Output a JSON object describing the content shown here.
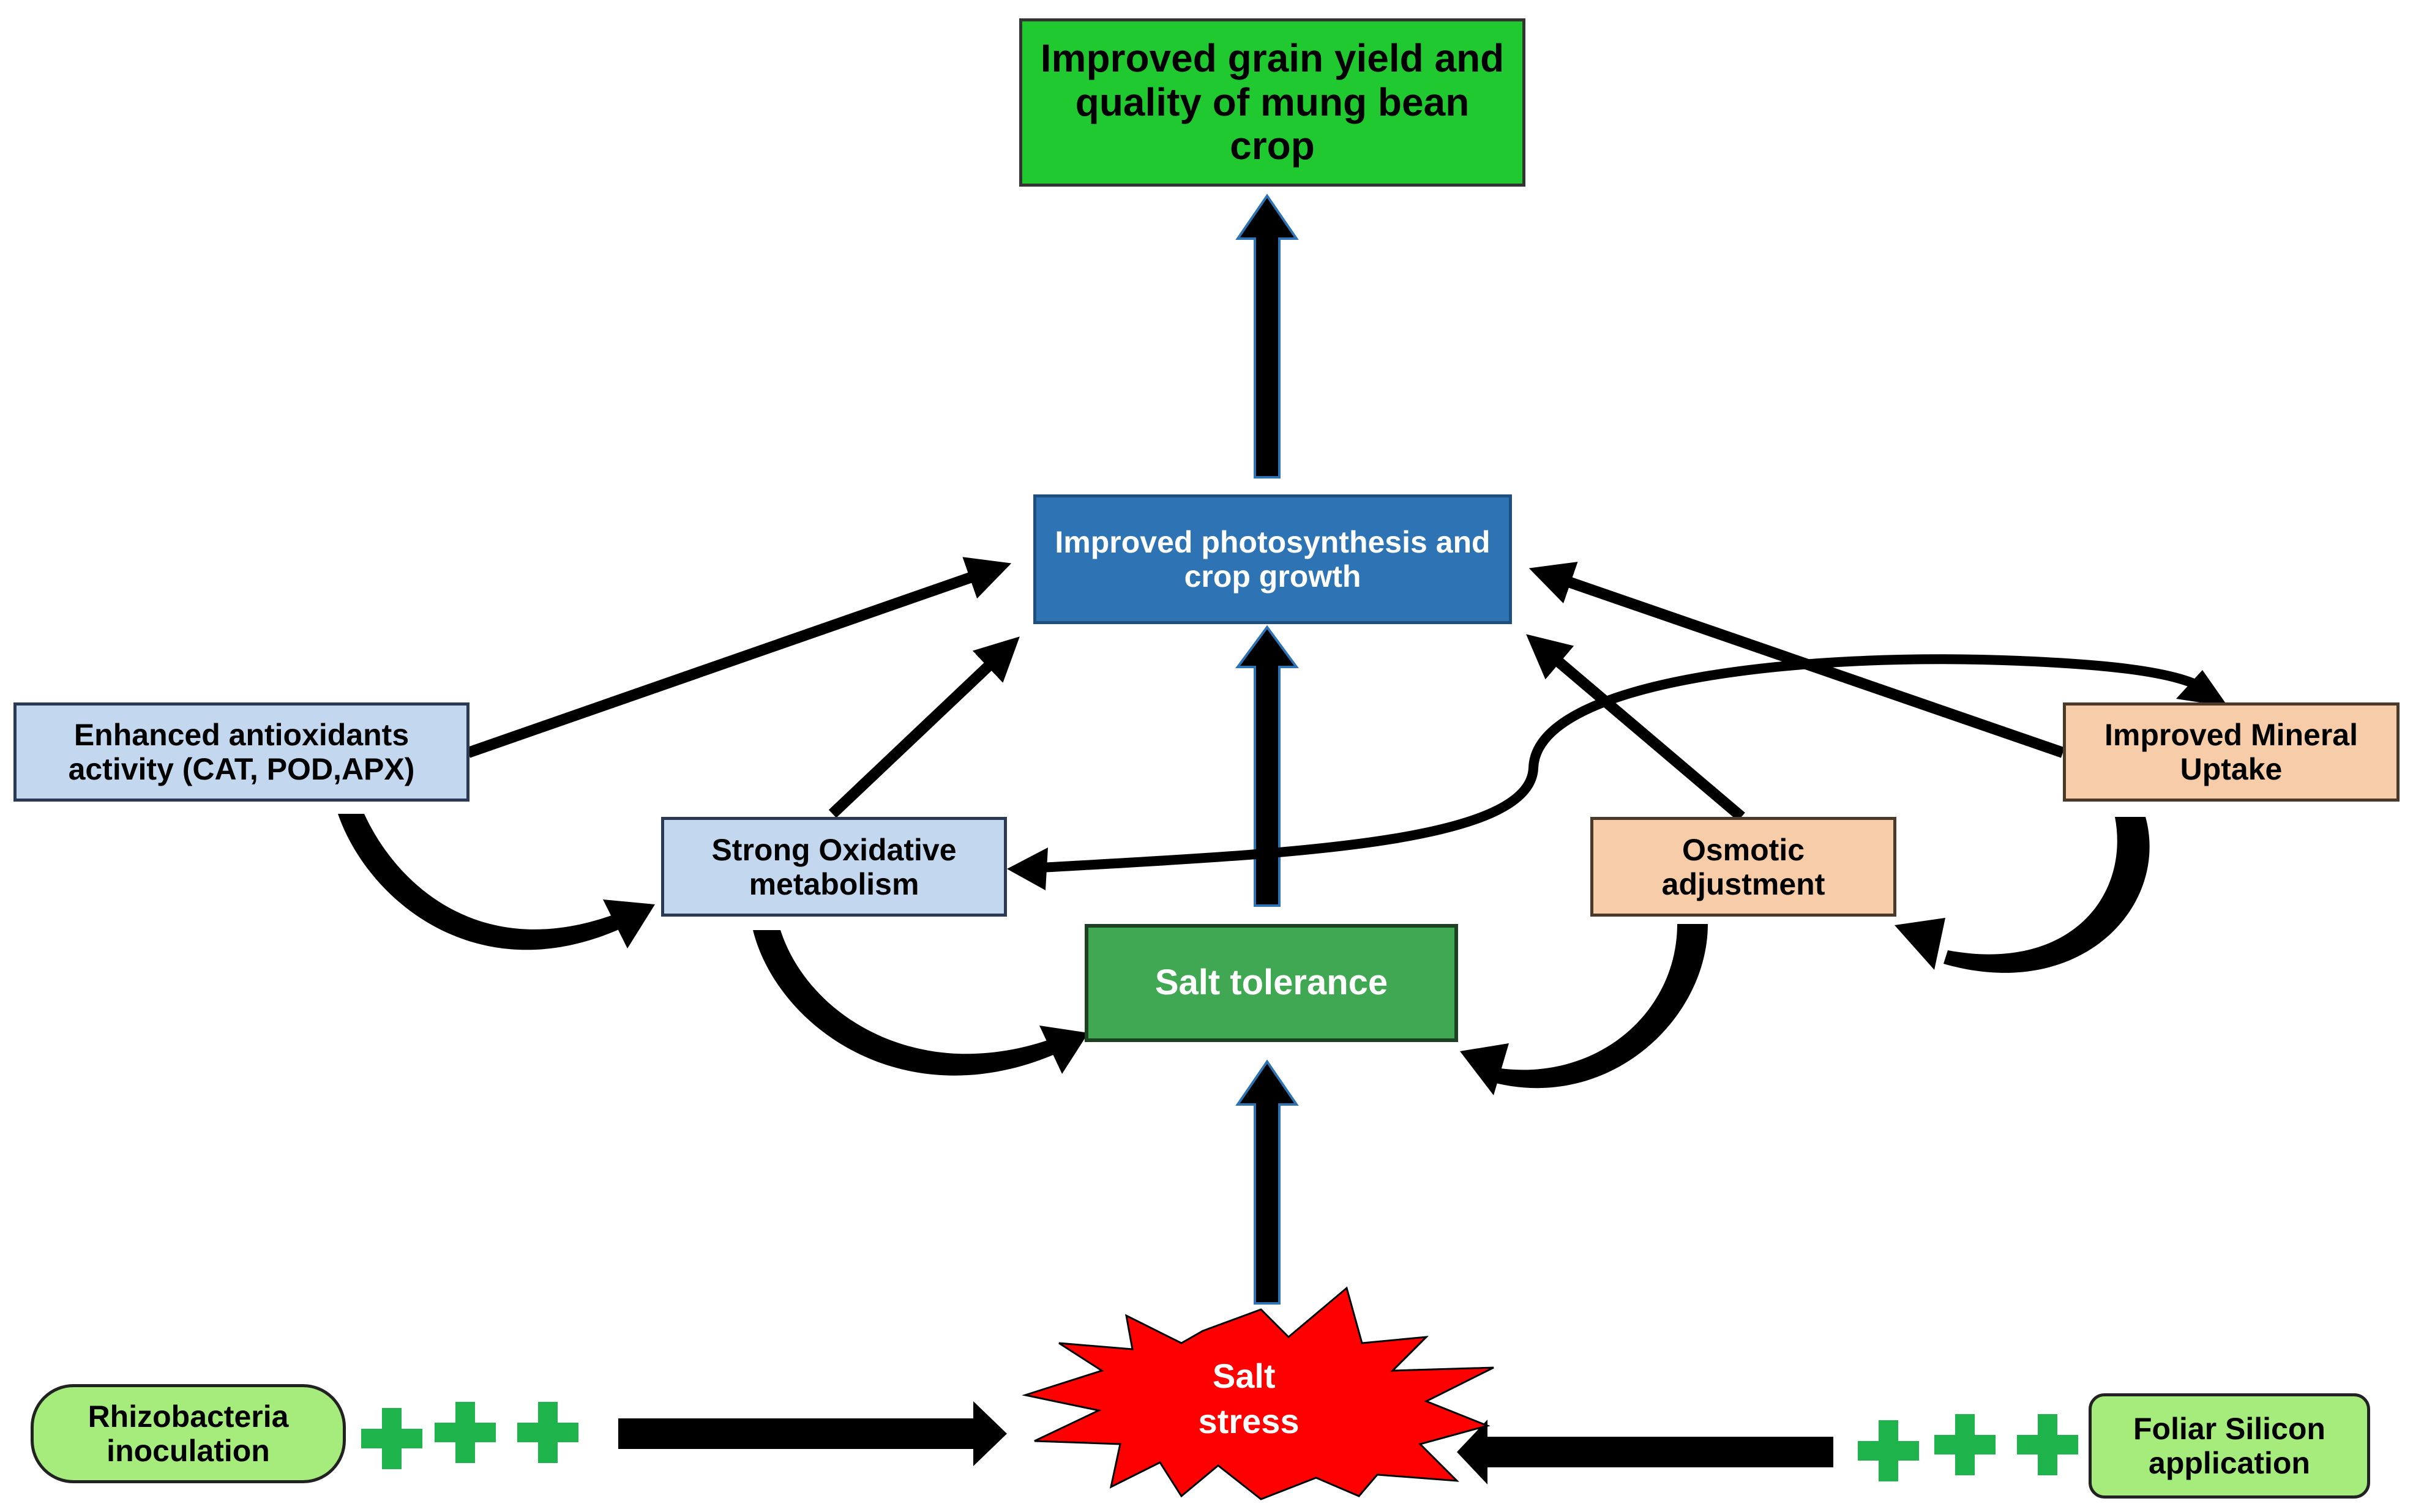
{
  "nodes": {
    "grain_yield": "Improved grain yield and quality of mung bean crop",
    "photosynthesis": "Improved photosynthesis and crop growth",
    "antioxidants": "Enhanced antioxidants activity (CAT, POD,APX)",
    "oxidative": "Strong  Oxidative metabolism",
    "osmotic": "Osmotic adjustment",
    "mineral": "Improved Mineral Uptake",
    "salt_tolerance": "Salt tolerance",
    "salt_stress": "Salt stress",
    "rhizobacteria": "Rhizobacteria inoculation",
    "foliar_silicon": "Foliar Silicon application"
  },
  "colors": {
    "grain_yield_fill": "#1fc92f",
    "photosynthesis_fill": "#2e74b5",
    "salt_tolerance_fill": "#40a853",
    "light_blue_fill": "#c3d8ee",
    "peach_fill": "#f7cda9",
    "pill_fill": "#a5ec7c",
    "burst_fill": "#ff0000",
    "plus_color": "#1fb34b",
    "arrow_color": "#000000"
  }
}
